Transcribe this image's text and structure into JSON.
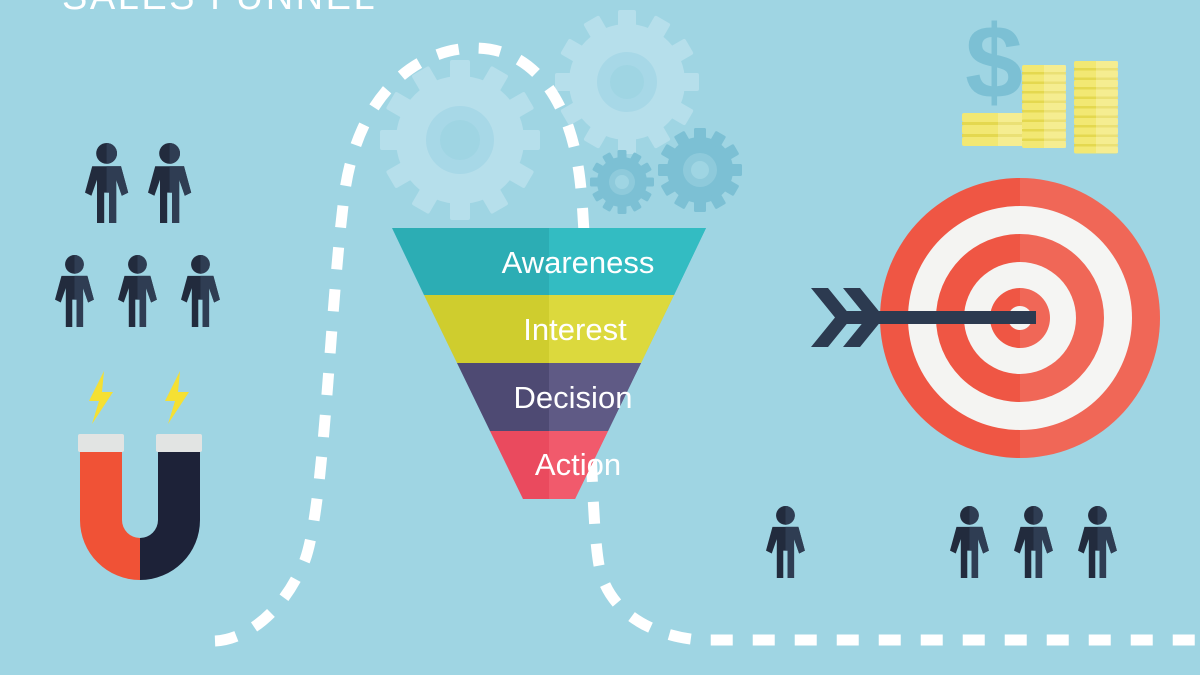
{
  "title": "SALES FUNNEL",
  "colors": {
    "background": "#9fd5e3",
    "title_text": "#ffffff",
    "dashed_path": "#ffffff",
    "gear_light": "#b6dfeb",
    "gear_dark": "#7cc0d4",
    "person_dark": "#222b3d",
    "person_light": "#2e3b50",
    "magnet_red": "#f05236",
    "magnet_navy": "#1d2238",
    "magnet_cap": "#e2e4e3",
    "bolt_yellow": "#f5e033",
    "target_red": "#ef5644",
    "target_white": "#f4f4f2",
    "arrow_navy": "#2c3a50",
    "coin_yellow": "#f2e873",
    "coin_yellow_dark": "#e8dc55",
    "dollar_sign": "#7cc0d4"
  },
  "funnel": {
    "stages": [
      {
        "label": "Awareness",
        "color": "#2cadb4",
        "color_shade": "#33bcc2"
      },
      {
        "label": "Interest",
        "color": "#cfcd2e",
        "color_shade": "#dcd93d"
      },
      {
        "label": "Decision",
        "color": "#4e4a73",
        "color_shade": "#5f5a85"
      },
      {
        "label": "Action",
        "color": "#ea4a5e",
        "color_shade": "#f15a6c"
      }
    ]
  },
  "icons": {
    "people_top_left_count": 5,
    "people_bottom_single_count": 1,
    "people_bottom_group_count": 3,
    "gears_count": 4,
    "coin_stacks": [
      4,
      8,
      9
    ],
    "lightning_bolts_count": 2,
    "magnet_name": "horseshoe-magnet",
    "target_rings": 5,
    "dollar_symbol": "$"
  }
}
